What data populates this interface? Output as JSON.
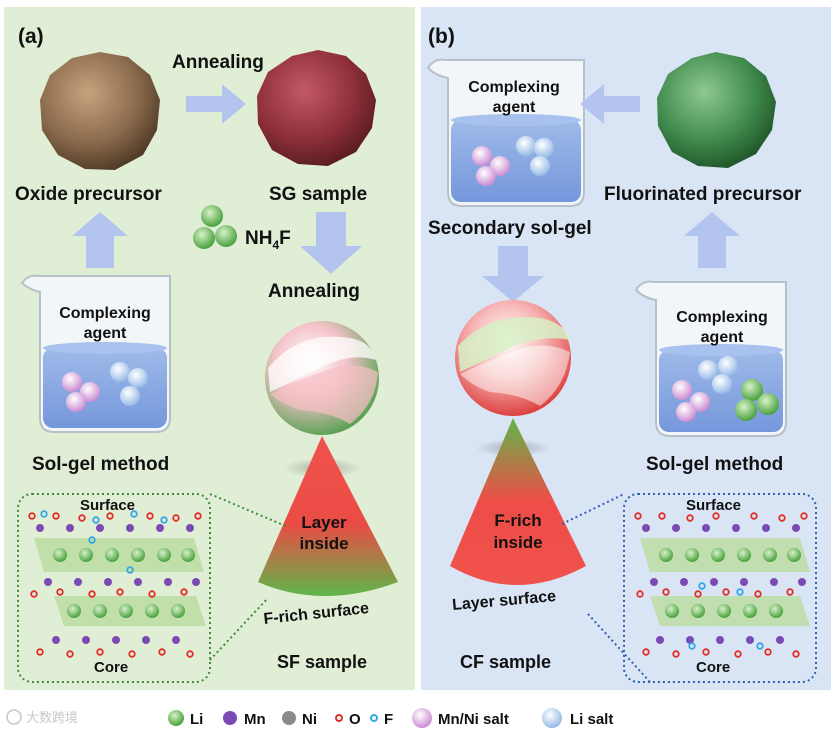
{
  "panel_a": {
    "tag": "(a)",
    "annealing_top": "Annealing",
    "oxide_precursor": "Oxide precursor",
    "sg_sample": "SG sample",
    "nh4f_prefix": "NH",
    "nh4f_sub": "4",
    "nh4f_suffix": "F",
    "annealing_mid": "Annealing",
    "beaker_line1": "Complexing",
    "beaker_line2": "agent",
    "sol_gel_method": "Sol-gel method",
    "surface": "Surface",
    "core": "Core",
    "cone_line1": "Layer",
    "cone_line2": "inside",
    "cone_bottom": "F-rich surface",
    "sample": "SF sample"
  },
  "panel_b": {
    "tag": "(b)",
    "beaker_top_line1": "Complexing",
    "beaker_top_line2": "agent",
    "fluorinated_precursor": "Fluorinated precursor",
    "secondary_sol_gel": "Secondary sol-gel",
    "beaker_line1": "Complexing",
    "beaker_line2": "agent",
    "sol_gel_method": "Sol-gel method",
    "surface": "Surface",
    "core": "Core",
    "cone_line1": "F-rich",
    "cone_line2": "inside",
    "cone_bottom": "Layer surface",
    "sample": "CF sample"
  },
  "legend": {
    "watermark": "大数跨境",
    "items": [
      {
        "label": "Li",
        "color": "#5cb946"
      },
      {
        "label": "Mn",
        "color": "#7b4bb5"
      },
      {
        "label": "Ni",
        "color": "#8a8a8a"
      },
      {
        "label": "O",
        "color": "#e0302a"
      },
      {
        "label": "F",
        "color": "#33a7e6"
      },
      {
        "label": "Mn/Ni salt",
        "color": "#d6a8dc"
      },
      {
        "label": "Li salt",
        "color": "#a9c6ea"
      }
    ]
  },
  "colors": {
    "panel_a_bg": "#e1eed6",
    "panel_b_bg": "#d9e5f5",
    "arrow": "#b3c5ef",
    "cone_red": "#f0524c",
    "cone_green": "#5fb64a"
  }
}
